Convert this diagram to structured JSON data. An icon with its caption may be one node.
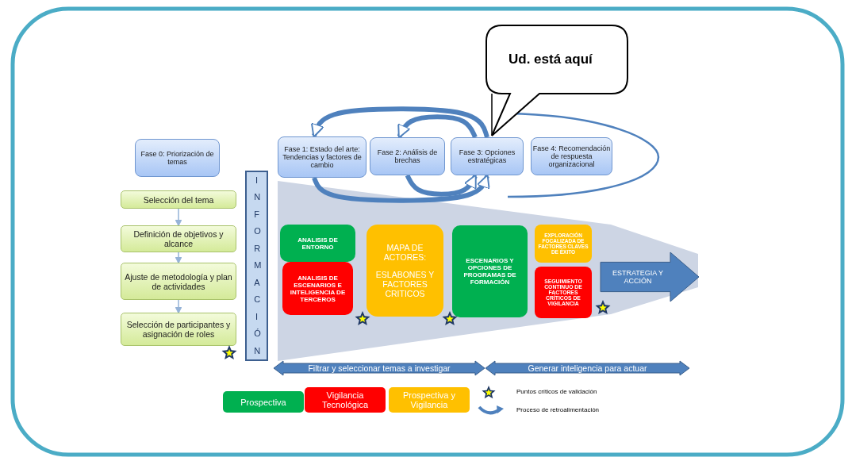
{
  "diagram": {
    "nodes": [
      {
        "text": [
          "Fase 0: Priorización de temas"
        ]
      },
      {
        "text": [
          "Fase 1: Estado del arte: Tendencias y factores de cambio"
        ]
      },
      {
        "text": [
          "Fase 2: Análisis de brechas"
        ]
      },
      {
        "text": [
          "Fase 3: Opciones estratégicas"
        ]
      },
      {
        "text": [
          "Fase 4: Recomendación de respuesta organizacional"
        ]
      },
      {
        "text": [
          "Selección del tema"
        ]
      },
      {
        "text": [
          "Definición de objetivos y alcance"
        ]
      },
      {
        "text": [
          "Ajuste de metodología y plan de actividades"
        ]
      },
      {
        "text": [
          "Selección de participantes y asignación de roles"
        ]
      },
      {
        "text": [
          "INFORMACIÓN"
        ]
      },
      {
        "text": [
          "ANALISIS DE ENTORNO"
        ]
      },
      {
        "text": [
          "ANALISIS DE ESCENARIOS E INTELIGENCIA DE TERCEROS"
        ]
      },
      {
        "text": [
          "MAPA DE ACTORES:",
          "ESLABONES Y FACTORES CRITICOS"
        ]
      },
      {
        "text": [
          "ESCENARIOS Y OPCIONES DE PROGRAMAS DE FORMACIÓN"
        ]
      },
      {
        "text": [
          "EXPLORACIÓN FOCALIZADA DE FACTORES CLAVES DE ÉXITO"
        ]
      },
      {
        "text": [
          "SEGUIMIENTO CONTINUO DE FACTORES CRÍTICOS DE VIGILANCIA"
        ]
      },
      {
        "text": [
          "ESTRATEGIA Y ACCIÓN"
        ]
      },
      {
        "text": [
          "Ud. está aquí"
        ]
      },
      {
        "text": [
          "Filtrar y seleccionar temas a investigar"
        ]
      },
      {
        "text": [
          "Generar inteligencia para actuar"
        ]
      }
    ],
    "edges": [
      {
        "from": 5,
        "to": 6,
        "arrow": "to"
      },
      {
        "from": 6,
        "to": 7,
        "arrow": "to"
      },
      {
        "from": 7,
        "to": 8,
        "arrow": "to"
      },
      {
        "from": 3,
        "to": 1,
        "arrow": "to",
        "style": "thick"
      },
      {
        "from": 3,
        "to": 2,
        "arrow": "to",
        "style": "thick"
      },
      {
        "from": 1,
        "to": 3,
        "arrow": "to",
        "style": "thick"
      },
      {
        "from": 2,
        "to": 3,
        "arrow": "to",
        "style": "thick"
      },
      {
        "from": 17,
        "to": 3,
        "arrow": "none",
        "color": "#000000"
      }
    ],
    "legend": [
      {
        "text": "Prospectiva",
        "color": "#00b050"
      },
      {
        "text": "Vigilancia Tecnológica",
        "color": "#ff0000"
      },
      {
        "text": "Prospectiva y Vigilancia",
        "color": "#ffc000"
      },
      {
        "text": "Puntos críticos de validación"
      },
      {
        "text": "Proceso de retroalimentación"
      }
    ]
  }
}
